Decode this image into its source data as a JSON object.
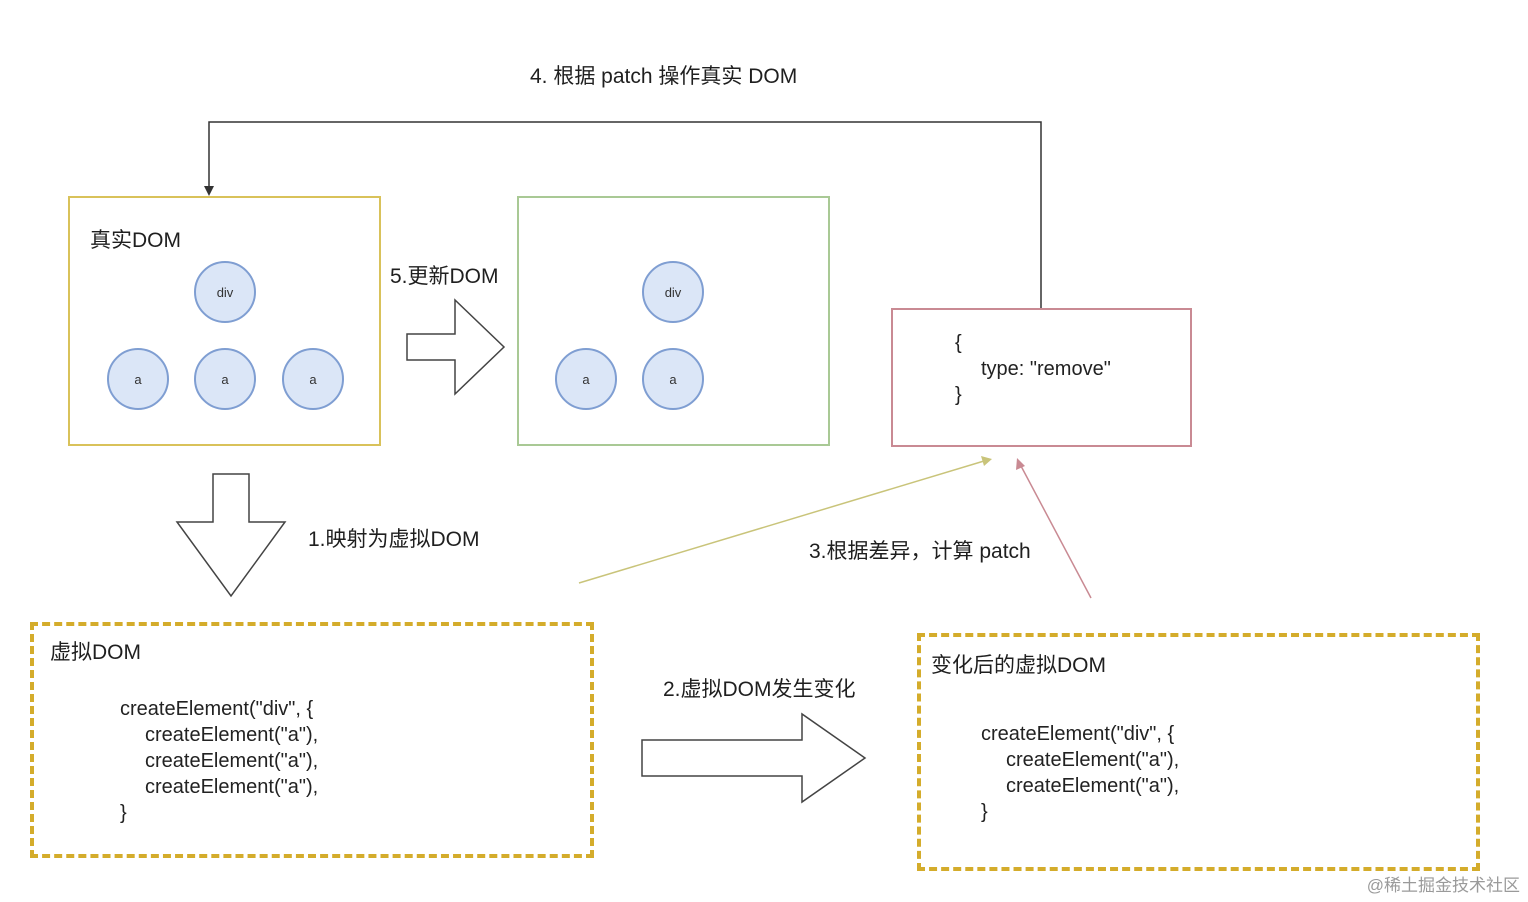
{
  "steps": {
    "step4": "4. 根据 patch 操作真实 DOM",
    "step5": "5.更新DOM",
    "step1": "1.映射为虚拟DOM",
    "step2": "2.虚拟DOM发生变化",
    "step3": "3.根据差异，计算 patch"
  },
  "real_dom": {
    "title": "真实DOM",
    "root": "div",
    "children": [
      "a",
      "a",
      "a"
    ]
  },
  "updated_dom": {
    "root": "div",
    "children": [
      "a",
      "a"
    ]
  },
  "patch": {
    "lines": [
      "{",
      "type: \"remove\"",
      "}"
    ]
  },
  "virtual_dom": {
    "title": "虚拟DOM",
    "code_lines": [
      "createElement(\"div\", {",
      "createElement(\"a\"),",
      "createElement(\"a\"),",
      "createElement(\"a\"),",
      "}"
    ]
  },
  "changed_virtual_dom": {
    "title": "变化后的虚拟DOM",
    "code_lines": [
      "createElement(\"div\", {",
      "createElement(\"a\"),",
      "createElement(\"a\"),",
      "}"
    ]
  },
  "watermark": "@稀土掘金技术社区",
  "colors": {
    "real_dom_border": "#d9c25a",
    "updated_dom_border": "#a9c995",
    "patch_border": "#c98a93",
    "vdom_border": "#d4ac2b",
    "node_fill": "#dbe6f7",
    "node_stroke": "#7f9ed2"
  }
}
